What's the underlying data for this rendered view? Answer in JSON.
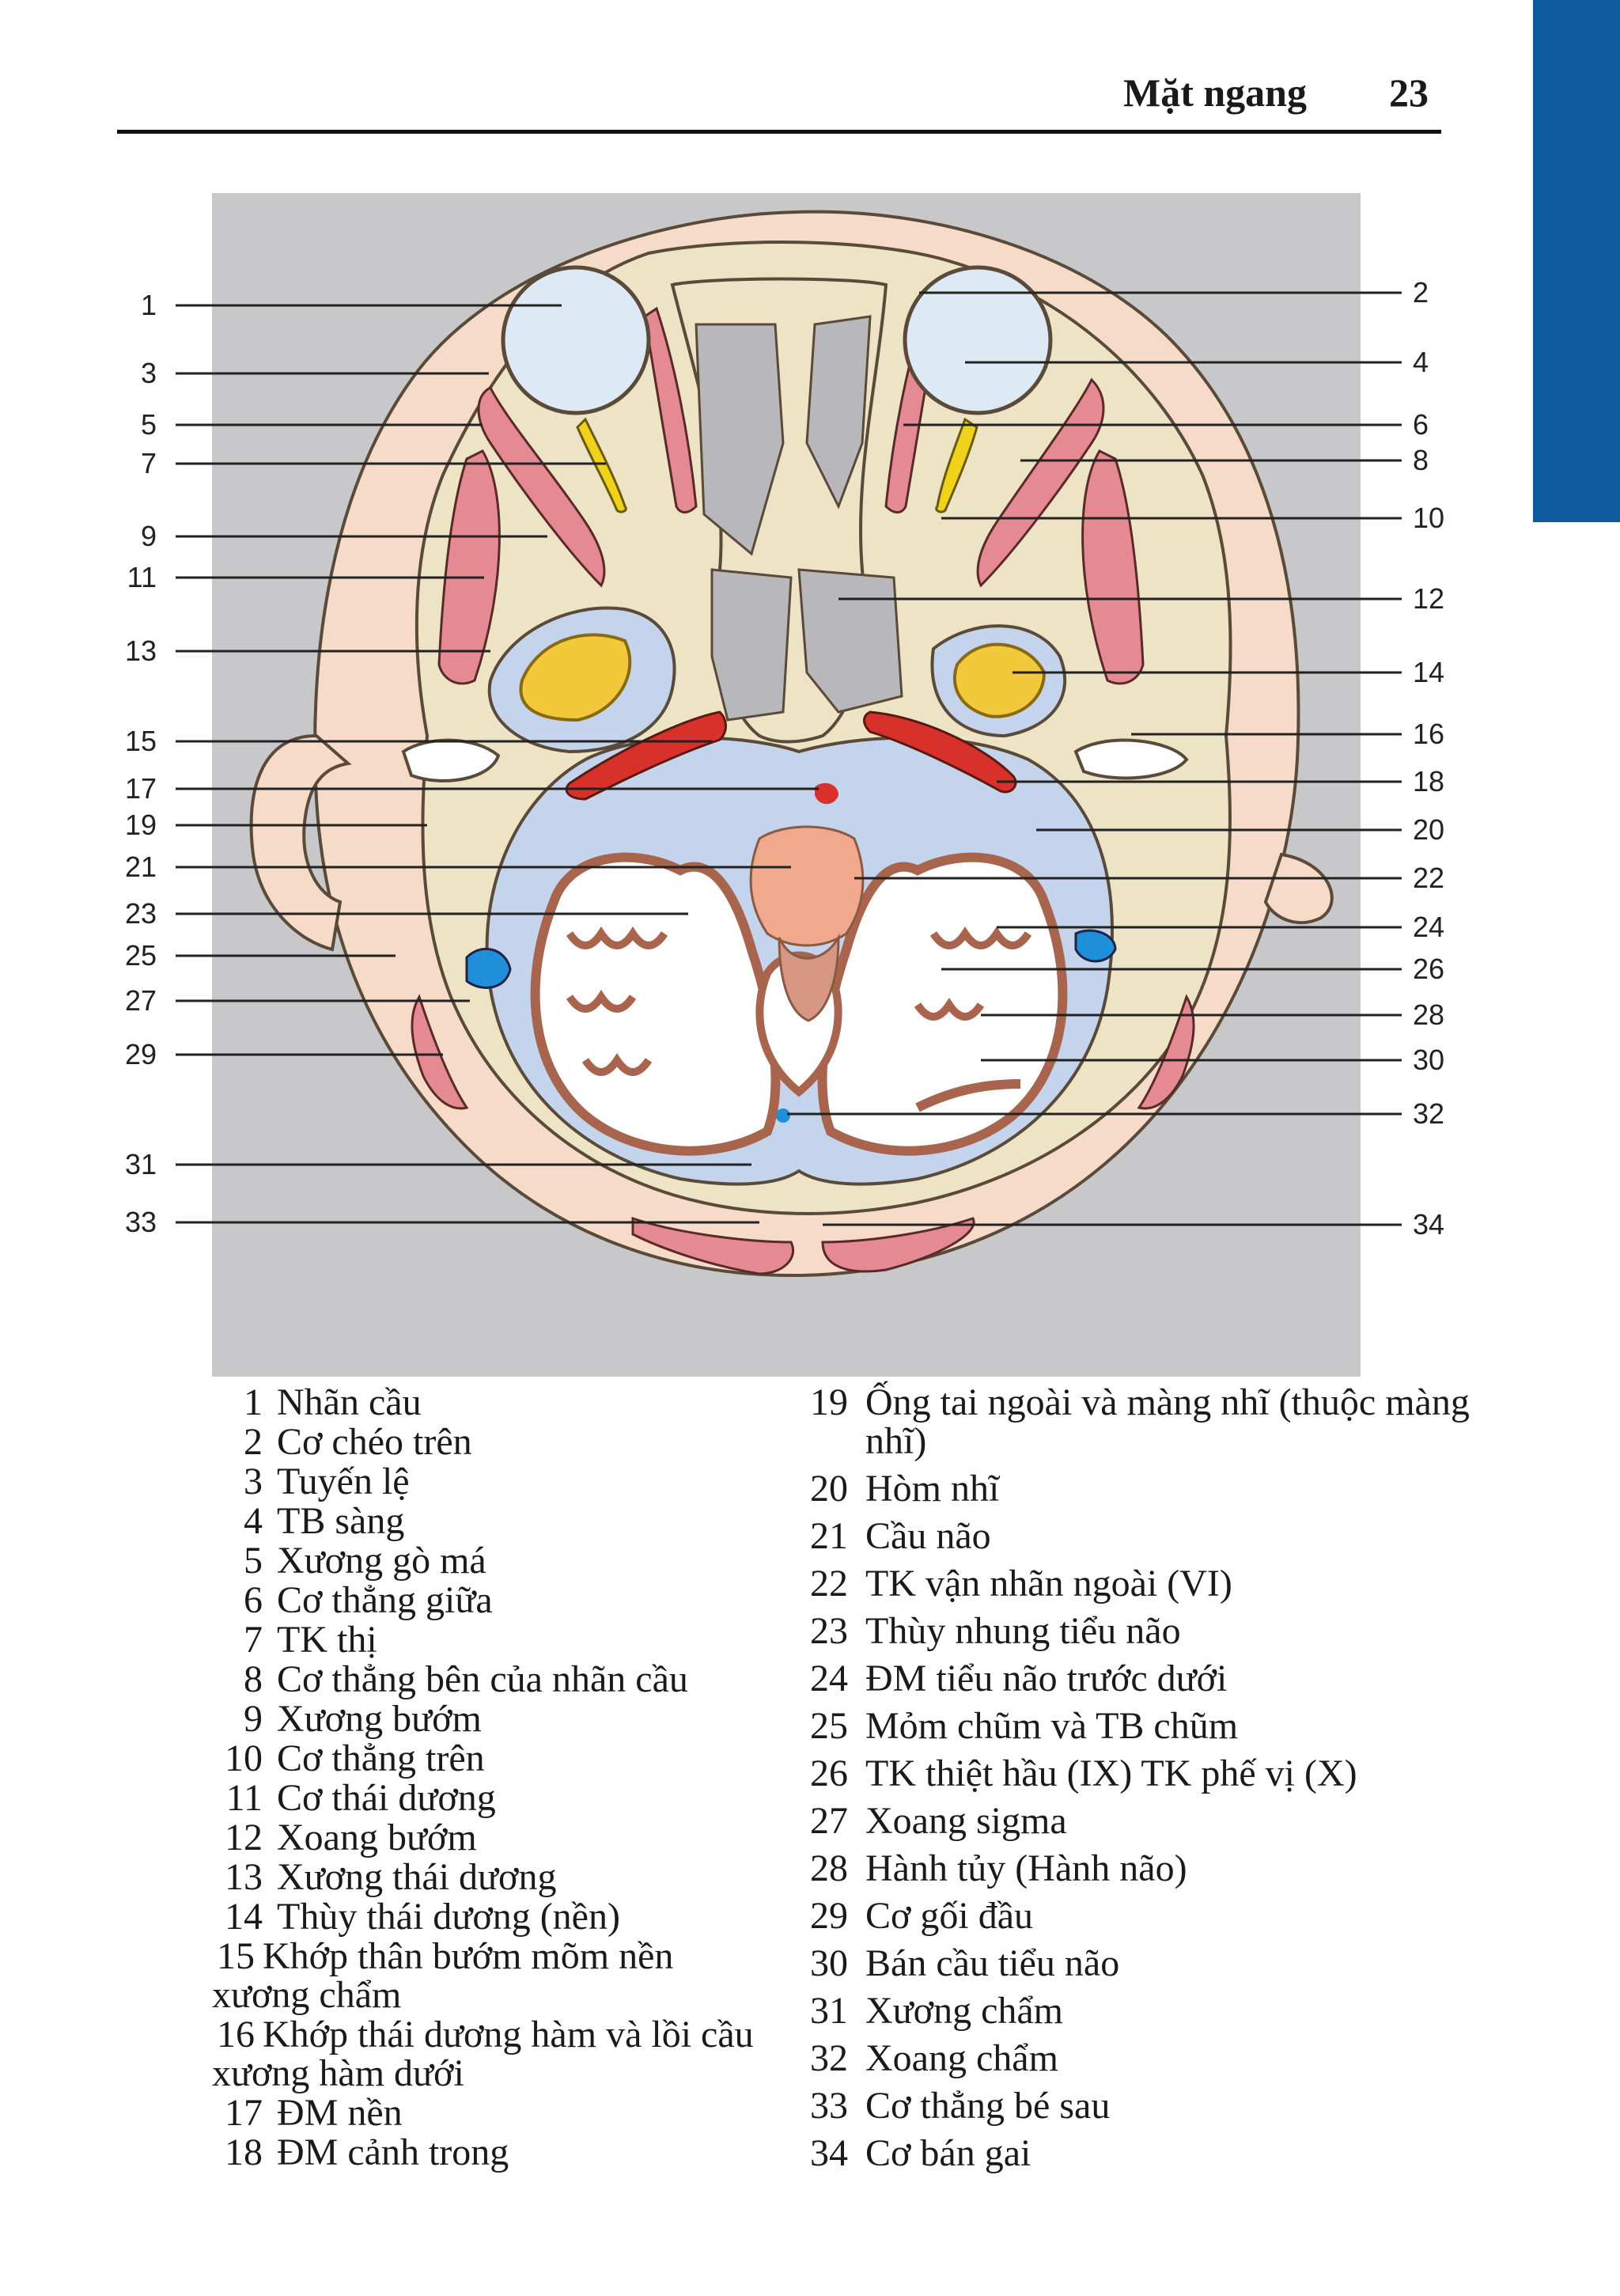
{
  "header": {
    "title": "Mặt ngang",
    "page_number": "23"
  },
  "figure": {
    "left_labels": [
      "1",
      "3",
      "5",
      "7",
      "9",
      "11",
      "13",
      "15",
      "17",
      "19",
      "21",
      "23",
      "25",
      "27",
      "29",
      "31",
      "33"
    ],
    "right_labels": [
      "2",
      "4",
      "6",
      "8",
      "10",
      "12",
      "14",
      "16",
      "18",
      "20",
      "22",
      "24",
      "26",
      "28",
      "30",
      "32",
      "34"
    ]
  },
  "legend_left": [
    {
      "num": "1",
      "text": "Nhãn cầu"
    },
    {
      "num": "2",
      "text": "Cơ chéo trên"
    },
    {
      "num": "3",
      "text": "Tuyến lệ"
    },
    {
      "num": "4",
      "text": "TB sàng"
    },
    {
      "num": "5",
      "text": "Xương gò má"
    },
    {
      "num": "6",
      "text": "Cơ thẳng giữa"
    },
    {
      "num": "7",
      "text": "TK thị"
    },
    {
      "num": "8",
      "text": "Cơ thẳng bên của nhãn cầu"
    },
    {
      "num": "9",
      "text": "Xương bướm"
    },
    {
      "num": "10",
      "text": "Cơ thẳng trên"
    },
    {
      "num": "11",
      "text": "Cơ thái dương"
    },
    {
      "num": "12",
      "text": "Xoang bướm"
    },
    {
      "num": "13",
      "text": "Xương thái dương"
    },
    {
      "num": "14",
      "text": "Thùy thái dương (nền)"
    },
    {
      "num": "15",
      "text": "Khớp thân bướm mõm nền xương chẩm"
    },
    {
      "num": "16",
      "text": "Khớp thái dương hàm và lồi cầu xương hàm dưới"
    },
    {
      "num": "17",
      "text": "ĐM nền"
    },
    {
      "num": "18",
      "text": "ĐM cảnh trong"
    }
  ],
  "legend_right": [
    {
      "num": "19",
      "text": "Ống tai ngoài và màng nhĩ (thuộc màng nhĩ)"
    },
    {
      "num": "20",
      "text": "Hòm nhĩ"
    },
    {
      "num": "21",
      "text": "Cầu não"
    },
    {
      "num": "22",
      "text": "TK vận nhãn ngoài (VI)"
    },
    {
      "num": "23",
      "text": "Thùy nhung tiểu não"
    },
    {
      "num": "24",
      "text": "ĐM tiểu não trước dưới"
    },
    {
      "num": "25",
      "text": "Mỏm chũm và TB chũm"
    },
    {
      "num": "26",
      "text": "TK thiệt hầu (IX) TK phế vị (X)"
    },
    {
      "num": "27",
      "text": "Xoang sigma"
    },
    {
      "num": "28",
      "text": "Hành tủy (Hành não)"
    },
    {
      "num": "29",
      "text": "Cơ gối đầu"
    },
    {
      "num": "30",
      "text": "Bán cầu tiểu não"
    },
    {
      "num": "31",
      "text": "Xương chẩm"
    },
    {
      "num": "32",
      "text": "Xoang chẩm"
    },
    {
      "num": "33",
      "text": "Cơ thẳng bé sau"
    },
    {
      "num": "34",
      "text": "Cơ bán gai"
    }
  ],
  "colors": {
    "background_panel": "#c8c8ca",
    "skin": "#f6dcc8",
    "bone": "#ede3c5",
    "muscle": "#e58a92",
    "eye": "#dde9f4",
    "nerve": "#f1d21a",
    "artery": "#d8312c",
    "csf": "#c4d4ec",
    "brainstem": "#f0a98c",
    "cerebellum_outline": "#a8644c",
    "venous_sinus": "#1e8fd8",
    "tab": "#0d5a9c"
  }
}
